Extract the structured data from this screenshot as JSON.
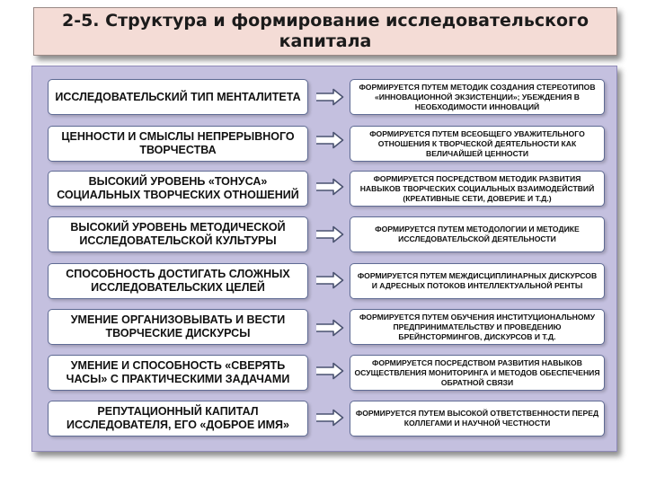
{
  "title": "2-5. Структура и формирование исследовательского капитала",
  "rows": [
    {
      "left": "ИССЛЕДОВАТЕЛЬСКИЙ ТИП МЕНТАЛИТЕТА",
      "right": "ФОРМИРУЕТСЯ ПУТЕМ МЕТОДИК СОЗДАНИЯ СТЕРЕОТИПОВ «ИННОВАЦИОННОЙ ЭКЗИСТЕНЦИИ»; УБЕЖДЕНИЯ В НЕОБХОДИМОСТИ ИННОВАЦИЙ"
    },
    {
      "left": "ЦЕННОСТИ И СМЫСЛЫ НЕПРЕРЫВНОГО ТВОРЧЕСТВА",
      "right": "ФОРМИРУЕТСЯ ПУТЕМ ВСЕОБЩЕГО УВАЖИТЕЛЬНОГО ОТНОШЕНИЯ К ТВОРЧЕСКОЙ ДЕЯТЕЛЬНОСТИ КАК ВЕЛИЧАЙШЕЙ ЦЕННОСТИ"
    },
    {
      "left": "ВЫСОКИЙ УРОВЕНЬ «ТОНУСА» СОЦИАЛЬНЫХ ТВОРЧЕСКИХ ОТНОШЕНИЙ",
      "right": "ФОРМИРУЕТСЯ ПОСРЕДСТВОМ МЕТОДИК РАЗВИТИЯ НАВЫКОВ ТВОРЧЕСКИХ СОЦИАЛЬНЫХ ВЗАИМОДЕЙСТВИЙ (КРЕАТИВНЫЕ СЕТИ, ДОВЕРИЕ И Т.Д.)"
    },
    {
      "left": "ВЫСОКИЙ УРОВЕНЬ МЕТОДИЧЕСКОЙ ИССЛЕДОВАТЕЛЬСКОЙ КУЛЬТУРЫ",
      "right": "ФОРМИРУЕТСЯ ПУТЕМ МЕТОДОЛОГИИ И МЕТОДИКЕ ИССЛЕДОВАТЕЛЬСКОЙ ДЕЯТЕЛЬНОСТИ"
    },
    {
      "left": "СПОСОБНОСТЬ ДОСТИГАТЬ СЛОЖНЫХ ИССЛЕДОВАТЕЛЬСКИХ ЦЕЛЕЙ",
      "right": "ФОРМИРУЕТСЯ ПУТЕМ МЕЖДИСЦИПЛИНАРНЫХ ДИСКУРСОВ И АДРЕСНЫХ ПОТОКОВ ИНТЕЛЛЕКТУАЛЬНОЙ РЕНТЫ"
    },
    {
      "left": "УМЕНИЕ ОРГАНИЗОВЫВАТЬ И ВЕСТИ ТВОРЧЕСКИЕ ДИСКУРСЫ",
      "right": "ФОРМИРУЕТСЯ ПУТЕМ ОБУЧЕНИЯ ИНСТИТУЦИОНАЛЬНОМУ ПРЕДПРИНИМАТЕЛЬСТВУ И ПРОВЕДЕНИЮ БРЕЙНСТОРМИНГОВ, ДИСКУРСОВ И Т.Д."
    },
    {
      "left": "УМЕНИЕ И СПОСОБНОСТЬ «СВЕРЯТЬ ЧАСЫ» С ПРАКТИЧЕСКИМИ ЗАДАЧАМИ",
      "right": "ФОРМИРУЕТСЯ ПОСРЕДСТВОМ РАЗВИТИЯ НАВЫКОВ ОСУЩЕСТВЛЕНИЯ МОНИТОРИНГА И МЕТОДОВ ОБЕСПЕЧЕНИЯ ОБРАТНОЙ СВЯЗИ"
    },
    {
      "left": "РЕПУТАЦИОННЫЙ КАПИТАЛ ИССЛЕДОВАТЕЛЯ, ЕГО «ДОБРОЕ ИМЯ»",
      "right": "ФОРМИРУЕТСЯ ПУТЕМ ВЫСОКОЙ ОТВЕТСТВЕННОСТИ ПЕРЕД КОЛЛЕГАМИ И НАУЧНОЙ ЧЕСТНОСТИ"
    }
  ],
  "colors": {
    "title_bg": "#f4dcd6",
    "panel_bg": "#c4c0df",
    "box_border": "#5f6b94",
    "arrow_stroke": "#4a5270"
  },
  "icons": {
    "connector": "double-arrow-right-icon"
  }
}
